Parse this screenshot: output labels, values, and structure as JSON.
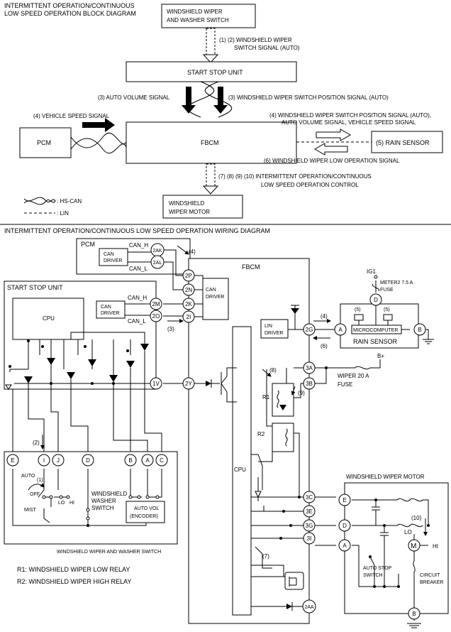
{
  "top_title": [
    "INTERMITTENT OPERATION/CONTINUOUS",
    "LOW SPEED OPERATION BLOCK DIAGRAM"
  ],
  "block": {
    "switch_box": [
      "WINDSHIELD WIPER",
      "AND WASHER SWITCH"
    ],
    "sig_12": [
      "(1) (2) WINDSHIELD WIPER",
      "SWITCH SIGNAL (AUTO)"
    ],
    "start_stop_unit": "START STOP UNIT",
    "sig_3_left": "(3) AUTO VOLUME SIGNAL",
    "sig_3_right": "(3) WINDSHIELD WIPER  SWITCH POSITION SIGNAL (AUTO)",
    "sig_4_left": "(4) VEHICLE SPEED SIGNAL",
    "sig_4_right": [
      "(4) WINDSHIELD WIPER  SWITCH POSITION SIGNAL (AUTO),",
      "AUTO VOLUME SIGNAL, VEHICLE SPEED SIGNAL"
    ],
    "pcm": "PCM",
    "fbcm": "FBCM",
    "rain_sensor": "(5) RAIN SENSOR",
    "sig_6": "(6) WINDSHIELD WIPER LOW OPERATION SIGNAL",
    "sig_7": [
      "(7) (8) (9) (10) INTERMITTENT OPERATION/CONTINUOUS",
      "LOW SPEED OPERATION CONTROL"
    ],
    "motor_box": [
      "WINDSHIELD",
      "WIPER MOTOR"
    ],
    "legend_hscan": ": HS-CAN",
    "legend_lin": ": LIN"
  },
  "wiring_title": "INTERMITTENT OPERATION/CONTINUOUS LOW SPEED OPERATION WIRING DIAGRAM",
  "wiring": {
    "pcm": "PCM",
    "can_driver": [
      "CAN",
      "DRIVER"
    ],
    "can_h": "CAN_H",
    "can_l": "CAN_L",
    "fbcm": "FBCM",
    "start_stop_unit": "START STOP UNIT",
    "cpu": "CPU",
    "lin_driver": [
      "LIN",
      "DRIVER"
    ],
    "ig1": "IG1",
    "meter_fuse": [
      "METER2 7.5 A",
      "FUSE"
    ],
    "microcomputer": "MICROCOMPUTER",
    "rain_sensor": "RAIN SENSOR",
    "bplus": "B+",
    "wiper_fuse": [
      "WIPER 20 A",
      "FUSE"
    ],
    "r1": "R1",
    "r2": "R2",
    "switch_title": [
      "WINDSHIELD",
      "WASHER",
      "SWITCH"
    ],
    "auto_vol": [
      "AUTO VOL",
      "(ENCODER)"
    ],
    "auto": "AUTO",
    "off": "OFF",
    "mist": "MIST",
    "lo": "LO",
    "hi": "HI",
    "motor_title": "WINDSHIELD WIPER MOTOR",
    "auto_stop": [
      "AUTO STOP",
      "SWITCH"
    ],
    "breaker": [
      "CIRCUIT",
      "BREAKER"
    ],
    "motor_m": "M",
    "switch_caption": "WINDSHIELD WIPER AND WASHER SWITCH",
    "r1_desc": "R1: WINDSHIELD WIPER LOW RELAY",
    "r2_desc": "R2: WINDSHIELD WIPER HIGH RELAY",
    "sig_2": "(2)",
    "sig_3": "(3)",
    "sig_4": "(4)",
    "sig_6": "(6)",
    "sig_7": "(7)",
    "sig_8": "(8)",
    "sig_9": "(9)",
    "sig_10": "(10)",
    "sig_1": "(1)",
    "sig_5a": "(5)",
    "sig_5b": "(5)"
  },
  "terminals": {
    "pcm_2ak": "2AK",
    "pcm_2al": "2AL",
    "fb_2p": "2P",
    "fb_2n": "2N",
    "fb_2k": "2K",
    "fb_2i": "2I",
    "fb_2y": "2Y",
    "fb_2g": "2G",
    "ssu_2m": "2M",
    "ssu_2o": "2O",
    "ssu_1v": "1V",
    "fb_3a": "3A",
    "fb_3b": "3B",
    "fb_3c": "3C",
    "fb_3e": "3E",
    "fb_3g": "3G",
    "fb_3i": "3I",
    "fb_2aa": "2AA",
    "rs_a": "A",
    "rs_b": "B",
    "rs_d": "D",
    "sw_e": "E",
    "sw_i": "I",
    "sw_j": "J",
    "sw_d": "D",
    "sw_b": "B",
    "sw_a": "A",
    "sw_c": "C",
    "m_e": "E",
    "m_d": "D",
    "m_a": "A",
    "m_b": "B"
  }
}
